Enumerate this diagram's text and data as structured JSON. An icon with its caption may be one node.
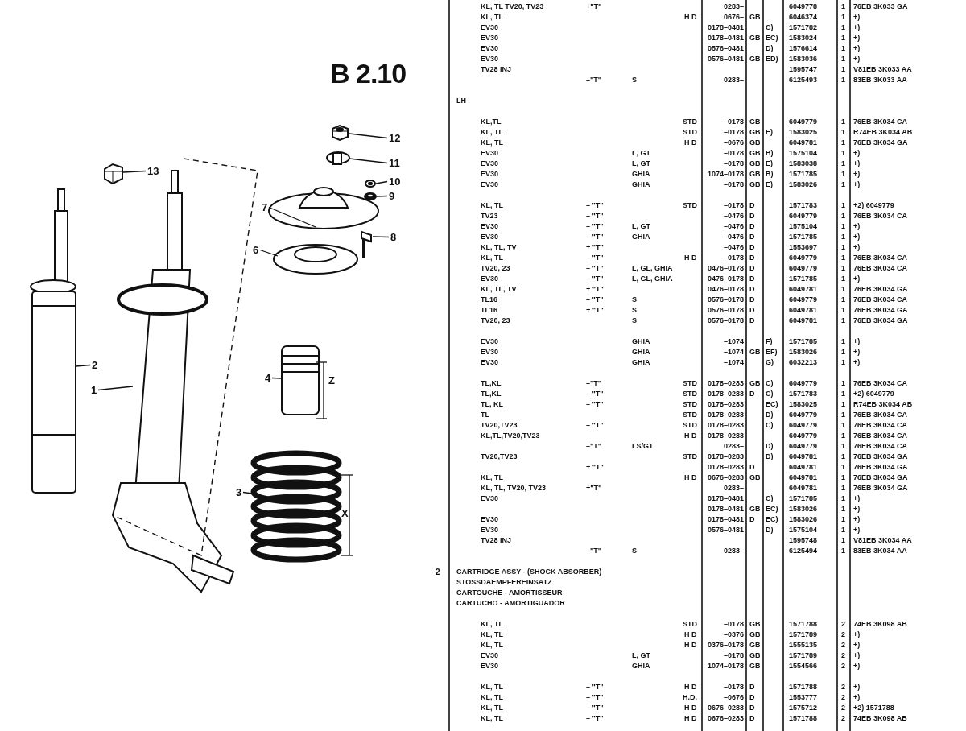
{
  "diagram": {
    "title": "B 2.10",
    "nodes": [
      {
        "text": [
          "12"
        ]
      },
      {
        "text": [
          "11"
        ]
      },
      {
        "text": [
          "13"
        ]
      },
      {
        "text": [
          "10"
        ]
      },
      {
        "text": [
          "9"
        ]
      },
      {
        "text": [
          "7"
        ]
      },
      {
        "text": [
          "8"
        ]
      },
      {
        "text": [
          "6"
        ]
      },
      {
        "text": [
          "2"
        ]
      },
      {
        "text": [
          "4"
        ]
      },
      {
        "text": [
          "1"
        ]
      },
      {
        "text": [
          "3"
        ]
      },
      {
        "text": [],
        "shape": "picture"
      },
      {
        "text": [],
        "shape": "picture"
      },
      {
        "text": [],
        "shape": "picture"
      },
      {
        "text": [],
        "shape": "picture"
      },
      {
        "text": [],
        "shape": "picture"
      },
      {
        "text": [],
        "shape": "picture"
      },
      {
        "text": [],
        "shape": "picture"
      },
      {
        "text": [],
        "shape": "picture"
      },
      {
        "text": [],
        "shape": "picture"
      },
      {
        "text": [],
        "shape": "picture"
      },
      {
        "text": [],
        "shape": "picture"
      },
      {
        "text": [],
        "shape": "picture"
      }
    ],
    "edges": [
      {
        "from": 0,
        "to": 12,
        "arrow": "none"
      },
      {
        "from": 1,
        "to": 13,
        "arrow": "none"
      },
      {
        "from": 2,
        "to": 14,
        "arrow": "none"
      },
      {
        "from": 3,
        "to": 15,
        "arrow": "none"
      },
      {
        "from": 4,
        "to": 16,
        "arrow": "none"
      },
      {
        "from": 5,
        "to": 17,
        "arrow": "none"
      },
      {
        "from": 6,
        "to": 18,
        "arrow": "none"
      },
      {
        "from": 7,
        "to": 19,
        "arrow": "none"
      },
      {
        "from": 8,
        "to": 20,
        "arrow": "none"
      },
      {
        "from": 9,
        "to": 21,
        "arrow": "none"
      },
      {
        "from": 10,
        "to": 22,
        "arrow": "none"
      },
      {
        "from": 11,
        "to": 23,
        "arrow": "none"
      }
    ],
    "labels": [
      "Z",
      "X",
      "KL, TL TV20, TV23",
      "+\"T\"",
      "0283–",
      "6049778",
      "1",
      "76EB 3K033 GA",
      "KL, TL",
      "H D",
      "0676–",
      "GB",
      "6046374",
      "1",
      "+)",
      "EV30",
      "0178–0481",
      "C)",
      "1571782",
      "1",
      "+)",
      "EV30",
      "0178–0481",
      "GB",
      "EC)",
      "1583024",
      "1",
      "+)",
      "EV30",
      "0576–0481",
      "D)",
      "1576614",
      "1",
      "+)",
      "EV30",
      "0576–0481",
      "GB",
      "ED)",
      "1583036",
      "1",
      "+)",
      "TV28 INJ",
      "1595747",
      "1",
      "V81EB 3K033 AA",
      "–\"T\"",
      "S",
      "0283–",
      "6125493",
      "1",
      "83EB 3K033 AA",
      "LH",
      "KL,TL",
      "STD",
      "–0178",
      "GB",
      "6049779",
      "1",
      "76EB 3K034 CA",
      "KL, TL",
      "STD",
      "–0178",
      "GB",
      "E)",
      "1583025",
      "1",
      "R74EB 3K034 AB",
      "KL, TL",
      "H D",
      "–0676",
      "GB",
      "6049781",
      "1",
      "76EB 3K034 GA",
      "EV30",
      "L, GT",
      "–0178",
      "GB",
      "B)",
      "1575104",
      "1",
      "+)",
      "EV30",
      "L, GT",
      "–0178",
      "GB",
      "E)",
      "1583038",
      "1",
      "+)",
      "EV30",
      "GHIA",
      "1074–0178",
      "GB",
      "B)",
      "1571785",
      "1",
      "+)",
      "EV30",
      "GHIA",
      "–0178",
      "GB",
      "E)",
      "1583026",
      "1",
      "+)",
      "KL, TL",
      "– \"T\"",
      "STD",
      "–0178",
      "D",
      "1571783",
      "1",
      "+2) 6049779",
      "TV23",
      "– \"T\"",
      "–0476",
      "D",
      "6049779",
      "1",
      "76EB 3K034 CA",
      "EV30",
      "– \"T\"",
      "L, GT",
      "–0476",
      "D",
      "1575104",
      "1",
      "+)",
      "EV30",
      "– \"T\"",
      "GHIA",
      "–0476",
      "D",
      "1571785",
      "1",
      "+)",
      "KL, TL, TV",
      "+ \"T\"",
      "–0476",
      "D",
      "1553697",
      "1",
      "+)",
      "KL, TL",
      "– \"T\"",
      "H D",
      "–0178",
      "D",
      "6049779",
      "1",
      "76EB 3K034 CA",
      "TV20, 23",
      "– \"T\"",
      "L, GL, GHIA",
      "0476–0178",
      "D",
      "6049779",
      "1",
      "76EB 3K034 CA",
      "EV30",
      "– \"T\"",
      "L, GL, GHIA",
      "0476–0178",
      "D",
      "1571785",
      "1",
      "+)",
      "KL, TL, TV",
      "+ \"T\"",
      "0476–0178",
      "D",
      "6049781",
      "1",
      "76EB 3K034 GA",
      "TL16",
      "– \"T\"",
      "S",
      "0576–0178",
      "D",
      "6049779",
      "1",
      "76EB 3K034 CA",
      "TL16",
      "+ \"T\"",
      "S",
      "0576–0178",
      "D",
      "6049781",
      "1",
      "76EB 3K034 GA",
      "TV20, 23",
      "S",
      "0576–0178",
      "D",
      "6049781",
      "1",
      "76EB 3K034 GA",
      "EV30",
      "GHIA",
      "–1074",
      "F)",
      "1571785",
      "1",
      "+)",
      "EV30",
      "GHIA",
      "–1074",
      "GB",
      "EF)",
      "1583026",
      "1",
      "+)",
      "EV30",
      "GHIA",
      "–1074",
      "G)",
      "6032213",
      "1",
      "+)",
      "TL,KL",
      "–\"T\"",
      "STD",
      "0178–0283",
      "GB",
      "C)",
      "6049779",
      "1",
      "76EB 3K034 CA",
      "TL,KL",
      "– \"T\"",
      "STD",
      "0178–0283",
      "D",
      "C)",
      "1571783",
      "1",
      "+2) 6049779",
      "TL, KL",
      "– \"T\"",
      "STD",
      "0178–0283",
      "EC)",
      "1583025",
      "1",
      "R74EB 3K034 AB",
      "TL",
      "STD",
      "0178–0283",
      "D)",
      "6049779",
      "1",
      "76EB 3K034 CA",
      "TV20,TV23",
      "– \"T\"",
      "STD",
      "0178–0283",
      "C)",
      "6049779",
      "1",
      "76EB 3K034 CA",
      "KL,TL,TV20,TV23",
      "H D",
      "0178–0283",
      "6049779",
      "1",
      "76EB 3K034 CA",
      "–\"T\"",
      "LS/GT",
      "0283–",
      "D)",
      "6049779",
      "1",
      "76EB 3K034 CA",
      "TV20,TV23",
      "STD",
      "0178–0283",
      "D)",
      "6049781",
      "1",
      "76EB 3K034 GA",
      "+ \"T\"",
      "0178–0283",
      "D",
      "6049781",
      "1",
      "76EB 3K034 GA",
      "KL, TL",
      "H D",
      "0676–0283",
      "GB",
      "6049781",
      "1",
      "76EB 3K034 GA",
      "KL, TL, TV20, TV23",
      "+\"T\"",
      "0283–",
      "6049781",
      "1",
      "76EB 3K034 GA",
      "EV30",
      "0178–0481",
      "C)",
      "1571785",
      "1",
      "+)",
      "0178–0481",
      "GB",
      "EC)",
      "1583026",
      "1",
      "+)",
      "EV30",
      "0178–0481",
      "D",
      "EC)",
      "1583026",
      "1",
      "+)",
      "EV30",
      "0576–0481",
      "D)",
      "1575104",
      "1",
      "+)",
      "TV28 INJ",
      "1595748",
      "1",
      "V81EB 3K034 AA",
      "–\"T\"",
      "S",
      "0283–",
      "6125494",
      "1",
      "83EB 3K034 AA",
      "2",
      "CARTRIDGE ASSY - (SHOCK ABSORBER)",
      "STOSSDAEMPFEREINSATZ",
      "CARTOUCHE - AMORTISSEUR",
      "CARTUCHO - AMORTIGUADOR",
      "KL, TL",
      "STD",
      "–0178",
      "GB",
      "1571788",
      "2",
      "74EB 3K098 AB",
      "KL, TL",
      "H D",
      "–0376",
      "GB",
      "1571789",
      "2",
      "+)",
      "KL, TL",
      "H D",
      "0376–0178",
      "GB",
      "1555135",
      "2",
      "+)",
      "EV30",
      "L, GT",
      "–0178",
      "GB",
      "1571789",
      "2",
      "+)",
      "EV30",
      "GHIA",
      "1074–0178",
      "GB",
      "1554566",
      "2",
      "+)",
      "KL, TL",
      "– \"T\"",
      "H D",
      "–0178",
      "D",
      "1571788",
      "2",
      "+)",
      "KL, TL",
      "– \"T\"",
      "H.D.",
      "–0676",
      "D",
      "1553777",
      "2",
      "+)",
      "KL, TL",
      "– \"T\"",
      "H D",
      "0676–0283",
      "D",
      "1575712",
      "2",
      "+2) 1571788",
      "KL, TL",
      "– \"T\"",
      "H D",
      "0676–0283",
      "D",
      "1571788",
      "2",
      "74EB 3K098 AB"
    ]
  }
}
